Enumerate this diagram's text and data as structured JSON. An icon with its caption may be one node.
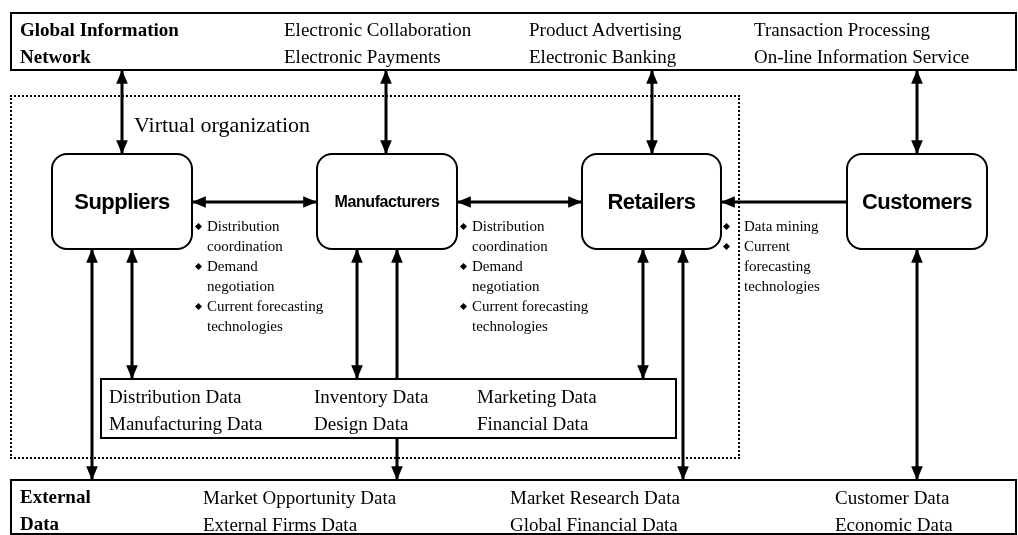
{
  "diagram": {
    "nodes": [
      {
        "text": [
          "Global Information Network",
          "Electronic Collaboration",
          "Electronic Payments",
          "Product Advertising",
          "Electronic Banking",
          "Transaction Processing",
          "On-line Information Service"
        ]
      },
      {
        "text": [
          "Virtual organization"
        ]
      },
      {
        "text": [
          "Suppliers"
        ],
        "in": 1,
        "beside": [
          "Distribution coordination",
          "Demand negotiation",
          "Current forecasting technologies"
        ]
      },
      {
        "text": [
          "Manufacturers"
        ],
        "in": 1,
        "beside": [
          "Distribution coordination",
          "Demand negotiation",
          "Current forecasting technologies"
        ]
      },
      {
        "text": [
          "Retailers"
        ],
        "in": 1,
        "beside": [
          "Data mining",
          "Current forecasting technologies"
        ]
      },
      {
        "text": [
          "Customers"
        ]
      },
      {
        "text": [
          "Distribution Data",
          "Inventory Data",
          "Marketing Data",
          "Manufacturing Data",
          "Design Data",
          "Financial Data"
        ],
        "in": 1
      },
      {
        "text": [
          "External Data",
          "Market Opportunity Data",
          "External Firms Data",
          "Market Research Data",
          "Global Financial Data",
          "Customer Data",
          "Economic Data"
        ]
      }
    ],
    "edges": [
      {
        "from": 0,
        "to": 2,
        "arrow": "both"
      },
      {
        "from": 0,
        "to": 3,
        "arrow": "both"
      },
      {
        "from": 0,
        "to": 4,
        "arrow": "both"
      },
      {
        "from": 0,
        "to": 5,
        "arrow": "both"
      },
      {
        "from": 2,
        "to": 3,
        "arrow": "both"
      },
      {
        "from": 3,
        "to": 4,
        "arrow": "both"
      },
      {
        "from": 5,
        "to": 4,
        "arrow": "to"
      },
      {
        "from": 2,
        "to": 6,
        "arrow": "both"
      },
      {
        "from": 7,
        "to": 2,
        "arrow": "both"
      },
      {
        "from": 3,
        "to": 6,
        "arrow": "both"
      },
      {
        "from": 6,
        "to": 3,
        "arrow": "to"
      },
      {
        "from": 6,
        "to": 7,
        "arrow": "to"
      },
      {
        "from": 4,
        "to": 6,
        "arrow": "both"
      },
      {
        "from": 7,
        "to": 4,
        "arrow": "both"
      },
      {
        "from": 5,
        "to": 7,
        "arrow": "both"
      }
    ]
  }
}
